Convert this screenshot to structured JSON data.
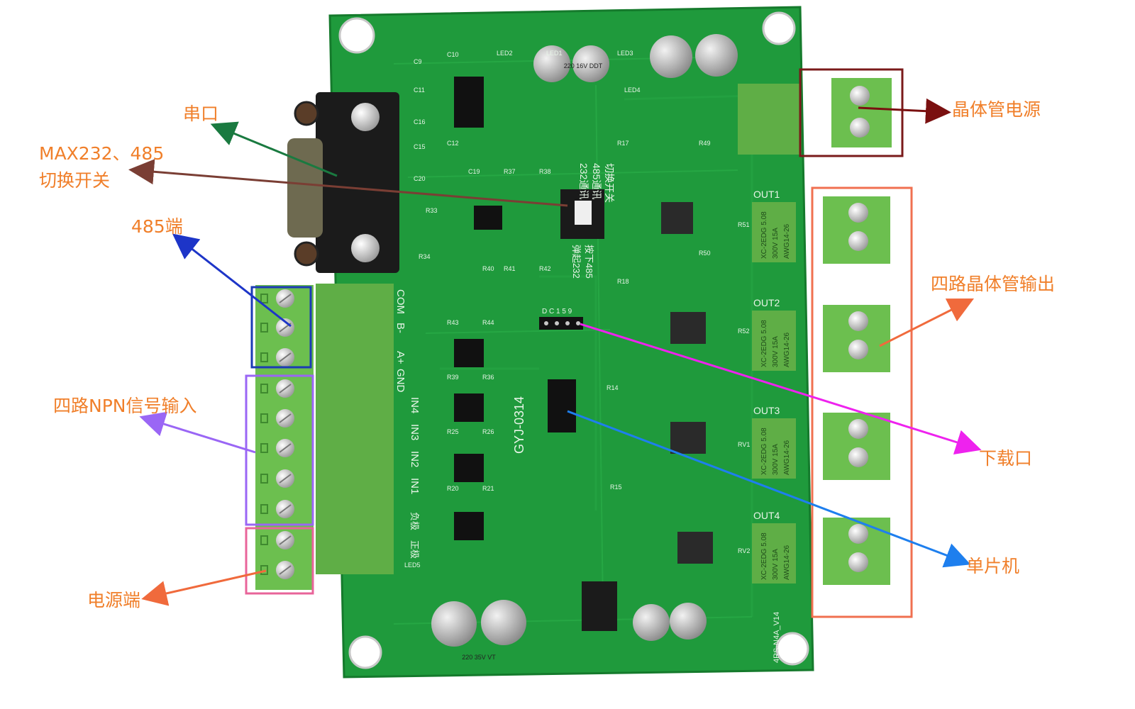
{
  "callouts": {
    "serial_port": "串口",
    "switch_line1": "MAX232、485",
    "switch_line2": "切换开关",
    "rs485_terminal": "485端",
    "npn_inputs": "四路NPN信号输入",
    "power_terminal": "电源端",
    "transistor_power": "晶体管电源",
    "transistor_outputs": "四路晶体管输出",
    "download_port": "下载口",
    "mcu": "单片机"
  },
  "board": {
    "part_id": "GYJ-0314",
    "switch_232": "232通讯",
    "switch_485": "485通讯",
    "switch_title": "切换开关",
    "switch_hint_1": "弹起232",
    "switch_hint_2": "按下485",
    "pins_com": "COM",
    "pins_b": "B-",
    "pins_a": "A+",
    "pins_gnd": "GND",
    "pins_in4": "IN4",
    "pins_in3": "IN3",
    "pins_in2": "IN2",
    "pins_in1": "IN1",
    "pins_neg": "负极",
    "pins_pos": "正极",
    "out_labels": [
      "OUT1",
      "OUT2",
      "OUT3",
      "OUT4"
    ],
    "terminal_model": "XC-2EDG",
    "terminal_pitch": "5.08",
    "terminal_rating": "300V 15A",
    "terminal_awg": "AWG14-26",
    "cap_big_1": "220 16V DDT",
    "cap_big_2": "220 35V VT",
    "header_pins": "D C 1 5 9",
    "serial_text": "4RS-N4A_V14",
    "ref_designators": [
      "C9",
      "C10",
      "C11",
      "C12",
      "C15",
      "C16",
      "C19",
      "C20",
      "R33",
      "R34",
      "R37",
      "R38",
      "R40",
      "R41",
      "R42",
      "R43",
      "R44",
      "R39",
      "R36",
      "R25",
      "R26",
      "R20",
      "R21",
      "R17",
      "R18",
      "R14",
      "R15",
      "R49",
      "R50",
      "R51",
      "R52",
      "RV1",
      "RV2",
      "LED1",
      "LED2",
      "LED3",
      "LED4",
      "LED5"
    ]
  },
  "colors": {
    "pcb": "#1f9a3c",
    "pcb_dark": "#177a2f",
    "terminal_green": "#6cbf4f",
    "callout_text": "#f07f2a",
    "arrow_serial": "#1a7a40",
    "arrow_switch": "#7a3e34",
    "arrow_485": "#1d35c8",
    "arrow_npn": "#9a66f5",
    "arrow_power": "#f06a3c",
    "arrow_transistor_power": "#7a1010",
    "arrow_outputs": "#f06a3c",
    "arrow_download": "#ee22ee",
    "arrow_mcu": "#1e7fee",
    "box_485": "#1b3bb5",
    "box_npn": "#9a66f5",
    "box_power": "#e8649a",
    "box_transistor_power": "#7a1a1a",
    "box_outputs": "#f07050"
  }
}
